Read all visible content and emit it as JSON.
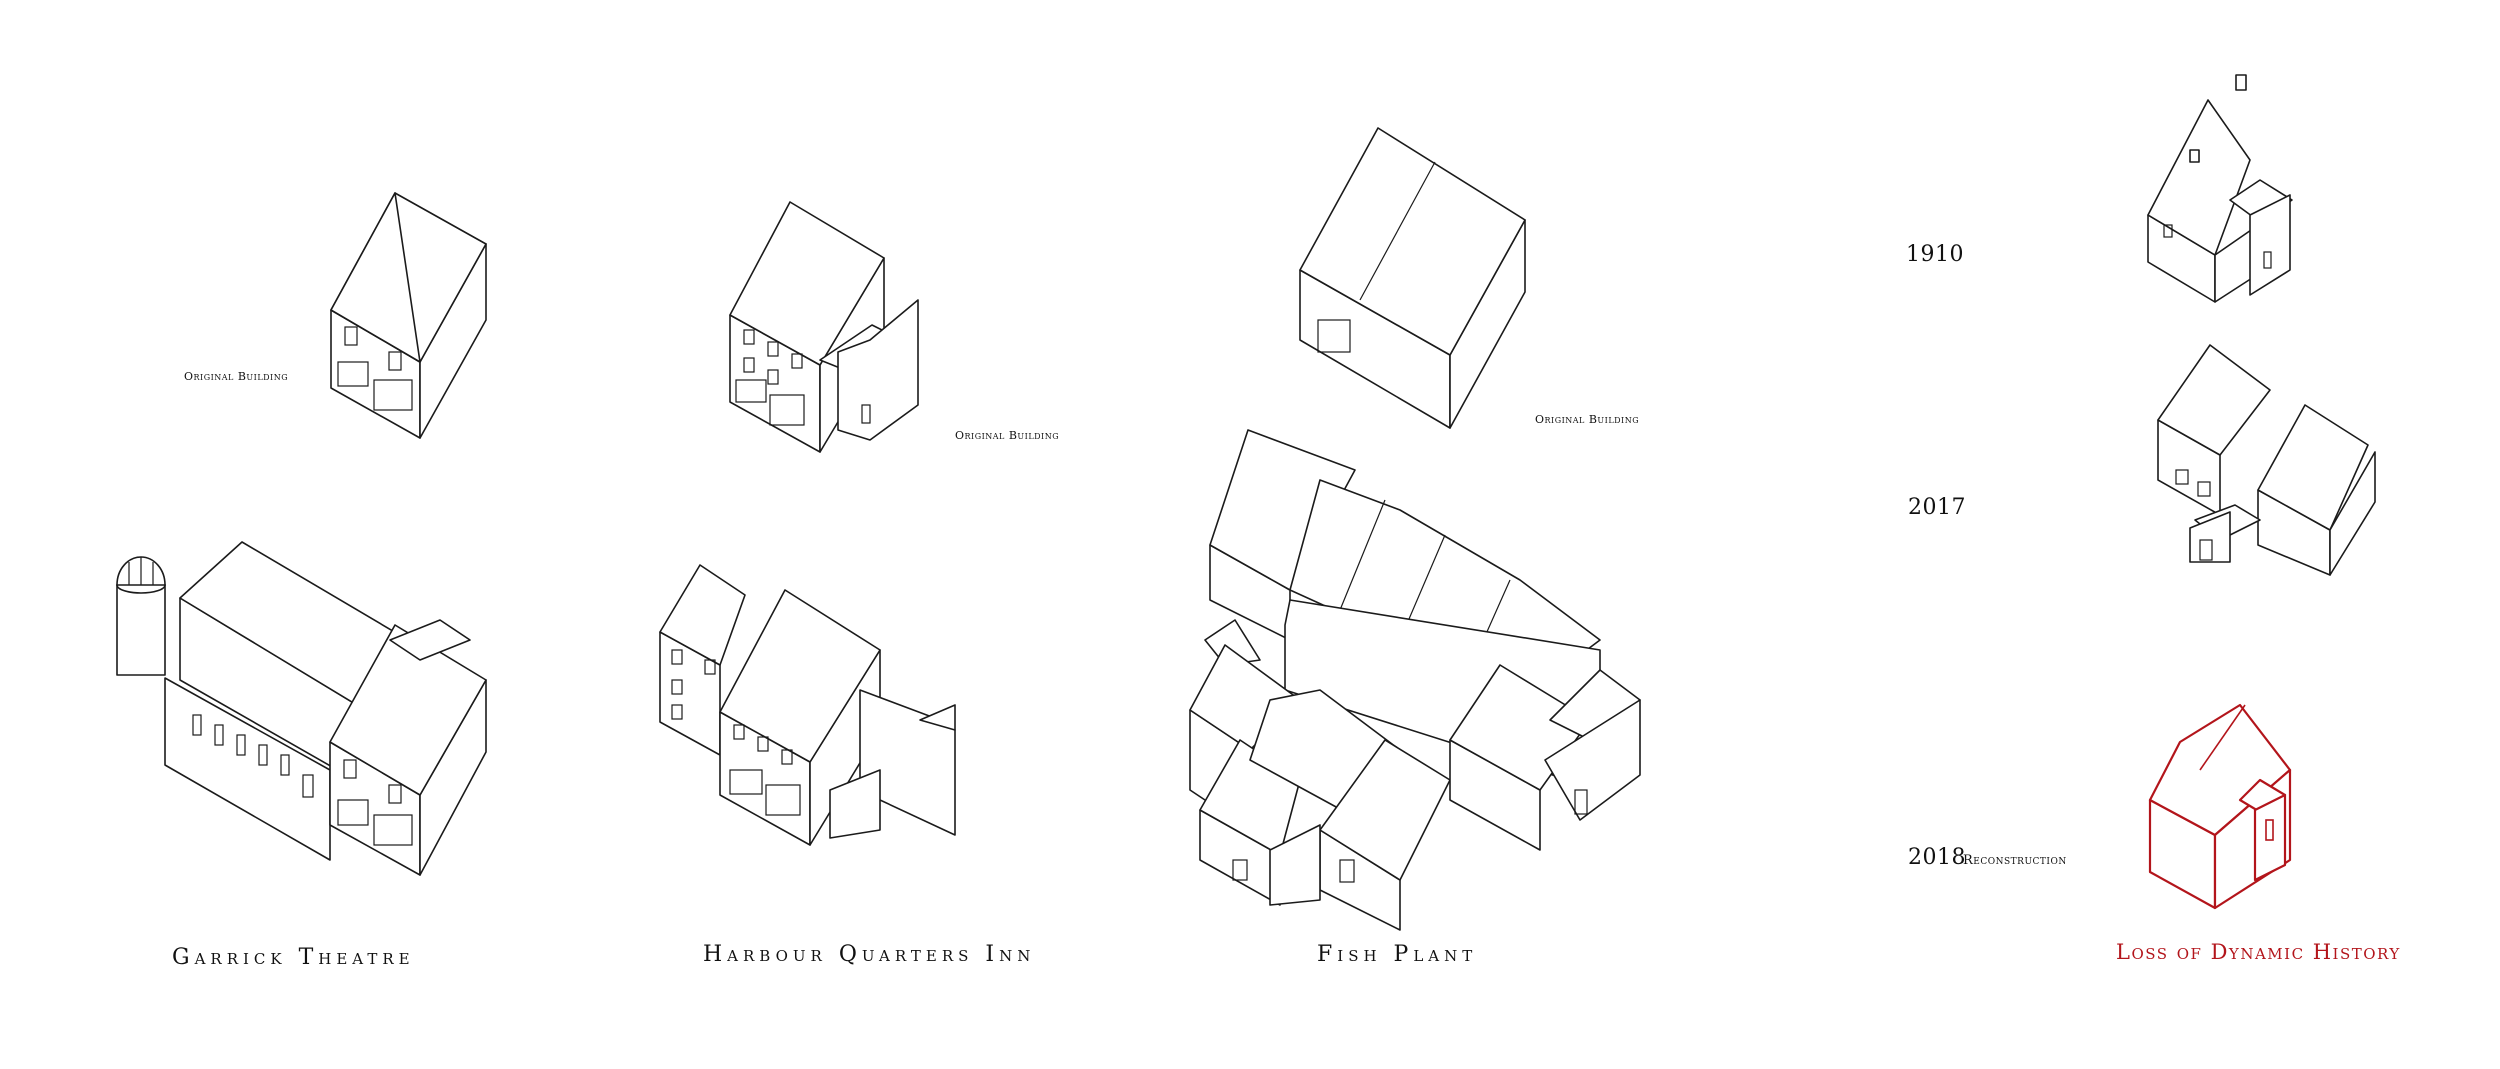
{
  "panels": [
    {
      "title": "Garrick Theatre",
      "note": "Original Building"
    },
    {
      "title": "Harbour Quarters Inn",
      "note": "Original Building"
    },
    {
      "title": "Fish Plant",
      "note": "Original Building"
    },
    {
      "title": "Loss of Dynamic History",
      "title_color": "#b3151b"
    }
  ],
  "timeline": {
    "years": [
      "1910",
      "2017",
      "2018"
    ],
    "reconstruction_note": "Reconstruction"
  },
  "colors": {
    "ink": "#1b1b1b",
    "accent": "#b3151b",
    "background": "#ffffff"
  }
}
